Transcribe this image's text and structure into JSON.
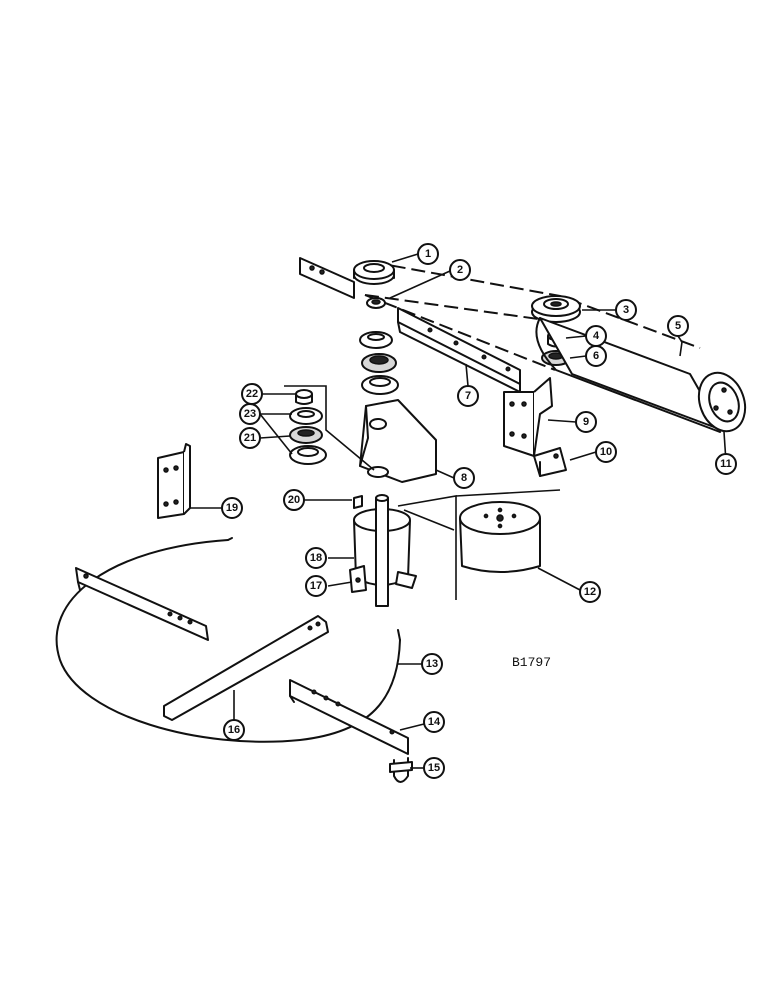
{
  "drawing_id": "B1797",
  "callouts": [
    {
      "id": "1",
      "label": "1"
    },
    {
      "id": "2",
      "label": "2"
    },
    {
      "id": "3",
      "label": "3"
    },
    {
      "id": "4",
      "label": "4"
    },
    {
      "id": "5",
      "label": "5"
    },
    {
      "id": "6",
      "label": "6"
    },
    {
      "id": "7",
      "label": "7"
    },
    {
      "id": "8",
      "label": "8"
    },
    {
      "id": "9",
      "label": "9"
    },
    {
      "id": "10",
      "label": "10"
    },
    {
      "id": "11",
      "label": "11"
    },
    {
      "id": "12",
      "label": "12"
    },
    {
      "id": "13",
      "label": "13"
    },
    {
      "id": "14",
      "label": "14"
    },
    {
      "id": "15",
      "label": "15"
    },
    {
      "id": "16",
      "label": "16"
    },
    {
      "id": "17",
      "label": "17"
    },
    {
      "id": "18",
      "label": "18"
    },
    {
      "id": "19",
      "label": "19"
    },
    {
      "id": "20",
      "label": "20"
    },
    {
      "id": "21",
      "label": "21"
    },
    {
      "id": "22",
      "label": "22"
    },
    {
      "id": "23",
      "label": "23"
    }
  ]
}
